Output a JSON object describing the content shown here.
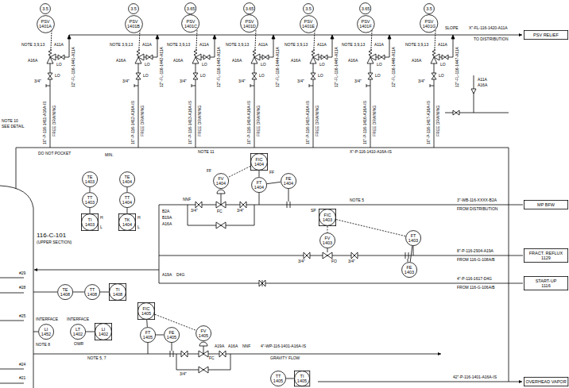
{
  "diagram": {
    "nodes": [
      {
        "text": [
          "3.5"
        ]
      },
      {
        "text": [
          "PSV",
          "1401A"
        ]
      },
      {
        "text": [
          "3.5"
        ]
      },
      {
        "text": [
          "PSV",
          "1401B"
        ]
      },
      {
        "text": [
          "3.65"
        ]
      },
      {
        "text": [
          "PSV",
          "1401C"
        ]
      },
      {
        "text": [
          "3.65"
        ]
      },
      {
        "text": [
          "PSV",
          "1401D"
        ]
      },
      {
        "text": [
          "3.5"
        ]
      },
      {
        "text": [
          "PSV",
          "1401E"
        ]
      },
      {
        "text": [
          "3.65"
        ]
      },
      {
        "text": [
          "PSV",
          "1401F"
        ]
      },
      {
        "text": [
          "3.5"
        ]
      },
      {
        "text": [
          "PSV",
          "1401G"
        ]
      },
      {
        "text": [
          "PSV RELIEF"
        ]
      },
      {
        "text": [
          "TE",
          "1403"
        ]
      },
      {
        "text": [
          "TE",
          "1404"
        ]
      },
      {
        "text": [
          "FIC",
          "1404"
        ]
      },
      {
        "text": [
          "FV",
          "1404"
        ]
      },
      {
        "text": [
          "FT",
          "1404"
        ]
      },
      {
        "text": [
          "FE",
          "1404"
        ]
      },
      {
        "text": [
          "MP BFW"
        ]
      },
      {
        "text": [
          "TT",
          "1403"
        ]
      },
      {
        "text": [
          "TT",
          "1404"
        ]
      },
      {
        "text": [
          "TI",
          "1403"
        ]
      },
      {
        "text": [
          "TK",
          "1404"
        ]
      },
      {
        "text": [
          "FIC",
          "1403"
        ]
      },
      {
        "text": [
          "FV",
          "1403"
        ]
      },
      {
        "text": [
          "FT",
          "1403"
        ]
      },
      {
        "text": [
          "FRACT. REFLUX",
          "1129"
        ]
      },
      {
        "text": [
          "FE",
          "1403"
        ]
      },
      {
        "text": [
          "START-UP",
          "1116"
        ]
      },
      {
        "text": [
          "TE",
          "1408"
        ]
      },
      {
        "text": [
          "TT",
          "1408"
        ]
      },
      {
        "text": [
          "TI",
          "1408"
        ]
      },
      {
        "text": [
          "FIC",
          "1405"
        ]
      },
      {
        "text": [
          "LI",
          "1452"
        ]
      },
      {
        "text": [
          "LT",
          "1402"
        ]
      },
      {
        "text": [
          "LI",
          "1402"
        ]
      },
      {
        "text": [
          "FT",
          "1405"
        ]
      },
      {
        "text": [
          "FE",
          "1405"
        ]
      },
      {
        "text": [
          "FV",
          "1405"
        ]
      },
      {
        "text": [
          "TT",
          "1405"
        ]
      },
      {
        "text": [
          "TI",
          "1405"
        ]
      },
      {
        "text": [
          "OVERHEAD VAPOR"
        ]
      }
    ],
    "edges": [
      {
        "from": 15,
        "to": 22,
        "arrow": "none"
      },
      {
        "from": 22,
        "to": 24,
        "arrow": "none"
      },
      {
        "from": 16,
        "to": 23,
        "arrow": "none"
      },
      {
        "from": 23,
        "to": 25,
        "arrow": "none"
      },
      {
        "from": 20,
        "to": 19,
        "arrow": "none"
      },
      {
        "from": 19,
        "to": 17,
        "arrow": "none"
      },
      {
        "from": 17,
        "to": 18,
        "arrow": "none"
      },
      {
        "from": 28,
        "to": 26,
        "arrow": "none"
      },
      {
        "from": 26,
        "to": 27,
        "arrow": "none"
      },
      {
        "from": 30,
        "to": 28,
        "arrow": "none"
      },
      {
        "from": 32,
        "to": 33,
        "arrow": "none"
      },
      {
        "from": 33,
        "to": 34,
        "arrow": "none"
      },
      {
        "from": 37,
        "to": 38,
        "arrow": "none"
      },
      {
        "from": 39,
        "to": 35,
        "arrow": "none"
      },
      {
        "from": 35,
        "to": 41,
        "arrow": "none"
      },
      {
        "from": 40,
        "to": 39,
        "arrow": "none"
      },
      {
        "from": 42,
        "to": 43,
        "arrow": "none"
      }
    ],
    "labels": [
      "NOTE 3,9,13",
      "A11A",
      "A16A",
      "LO",
      "LO",
      "3/4\"",
      "12\"-FL-116-1441-A11A",
      "10\"-P-116-1411-A16A-IS",
      "FREE DRAINING",
      "NOTE 3,9,13",
      "A11A",
      "A16A",
      "LO",
      "LO",
      "3/4\"",
      "12\"-FL-116-1442-A11A",
      "10\"-P-116-1412-A16A-IS",
      "FREE DRAINING",
      "NOTE 3,9,13",
      "A11A",
      "A16A",
      "LO",
      "LO",
      "3/4\"",
      "12\"-FL-116-1443-A11A",
      "10\"-P-116-1413-A16A-IS",
      "FREE DRAINING",
      "NOTE 3,9,13",
      "A11A",
      "A16A",
      "LO",
      "LO",
      "3/4\"",
      "12\"-FL-116-1444-A11A",
      "10\"-P-116-1414-A16A-IS",
      "FREE DRAINING",
      "NOTE 3,9,13",
      "A11A",
      "A16A",
      "LO",
      "LO",
      "3/4\"",
      "12\"-FL-116-1445-A11A",
      "10\"-P-116-1415-A16A-IS",
      "FREE DRAINING",
      "NOTE 3,9,13",
      "A11A",
      "A16A",
      "LO",
      "LO",
      "3/4\"",
      "12\"-FL-116-1446-A11A",
      "10\"-P-116-1416-A16A-IS",
      "FREE DRAINING",
      "NOTE 3,9,13",
      "A11A",
      "A16A",
      "LO",
      "LO",
      "3/4\"",
      "12\"-FL-116-1447-A11A",
      "10\"-P-116-1417-A16A-IS",
      "FREE DRAINING",
      "SLOPE",
      "X\"-FL-116-1420-A11A",
      "TO DISTRIBUTION",
      "A11A",
      "A16A",
      "NOTE 10",
      "SEE DETAIL",
      "NOTE 11",
      "X\"-P-116-1410-A16A-IS",
      "DO NOT POCKET",
      "MIN.",
      "NNF",
      "FF",
      "FC",
      "3/4\"",
      "3/4\"",
      "FF",
      "NOTE 5",
      "3\"-WB-116-XXXX-B2A",
      "FROM DISTRIBUTION",
      "SP",
      "FO",
      "3/4\"",
      "3/4\"",
      "8\"-P-116-2904-A19A",
      "FROM 116-G-108A/B",
      "4\"-P-116-1617-D4G",
      "FROM 116-G-106A/B",
      "H",
      "L",
      "H",
      "L",
      "B2A",
      "B19A",
      "A16A",
      "A19A",
      "D4G",
      "116-C-101",
      "(UPPER SECTION)",
      "#29",
      "#28",
      "#25",
      "#24",
      "#21",
      "INTERFACE",
      "INTERFACE",
      "NOTE 8",
      "OWR",
      "NOTE 5, 7",
      "A19A",
      "A16A",
      "NNF",
      "4\"-WP-116-1401-A16A-IS",
      "GRAVITY FLOW",
      "FC",
      "3/4\"",
      "42\"-P-116-1401-A16A-IS"
    ]
  }
}
